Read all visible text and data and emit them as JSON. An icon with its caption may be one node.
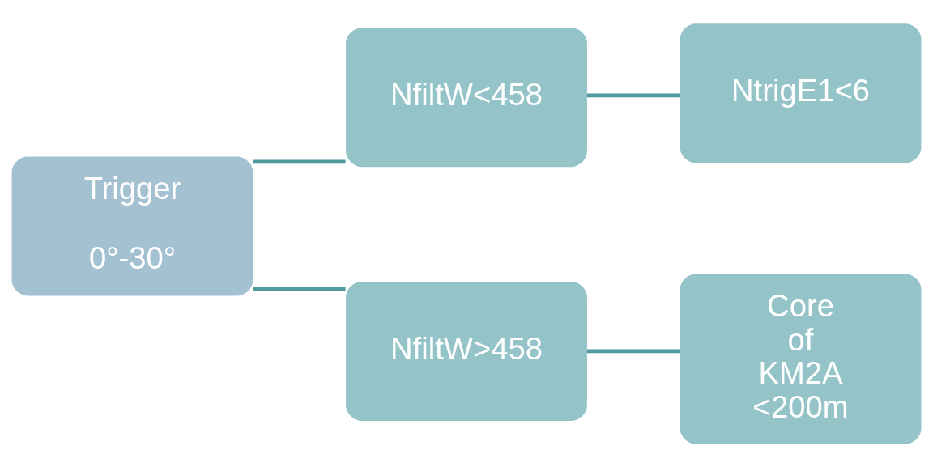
{
  "diagram": {
    "nodes": [
      {
        "text": [
          "Trigger",
          "0°-30°"
        ]
      },
      {
        "text": [
          "NfiltW<458"
        ]
      },
      {
        "text": [
          "NtrigE1<6"
        ]
      },
      {
        "text": [
          "NfiltW>458"
        ]
      },
      {
        "text": [
          "Core of KM2A <200m"
        ]
      }
    ],
    "edges": [
      {
        "from": 0,
        "to": 1,
        "arrow": "none"
      },
      {
        "from": 1,
        "to": 2,
        "arrow": "none"
      },
      {
        "from": 0,
        "to": 3,
        "arrow": "none"
      },
      {
        "from": 3,
        "to": 4,
        "arrow": "none"
      }
    ]
  }
}
